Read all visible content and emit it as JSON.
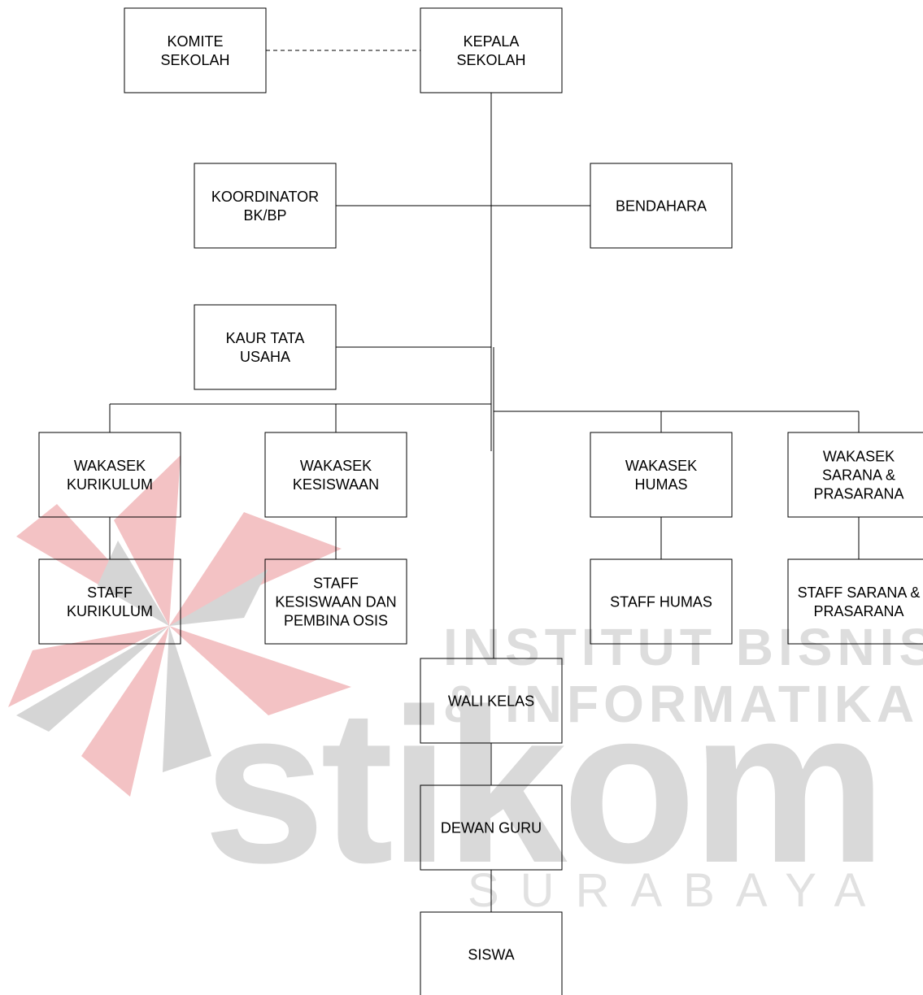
{
  "watermark": {
    "line1": "INSTITUT BISNIS",
    "line2": "& INFORMATIKA",
    "logo": "stikom",
    "line3": "SURABAYA"
  },
  "nodes": {
    "komite": [
      "KOMITE",
      "SEKOLAH"
    ],
    "kepala": [
      "KEPALA",
      "SEKOLAH"
    ],
    "koordinator": [
      "KOORDINATOR",
      "BK/BP"
    ],
    "bendahara": [
      "BENDAHARA"
    ],
    "kaur": [
      "KAUR TATA",
      "USAHA"
    ],
    "wakasek_kurikulum": [
      "WAKASEK",
      "KURIKULUM"
    ],
    "wakasek_kesiswaan": [
      "WAKASEK",
      "KESISWAAN"
    ],
    "wakasek_humas": [
      "WAKASEK",
      "HUMAS"
    ],
    "wakasek_sarana": [
      "WAKASEK",
      "SARANA &",
      "PRASARANA"
    ],
    "staff_kurikulum": [
      "STAFF",
      "KURIKULUM"
    ],
    "staff_kesiswaan": [
      "STAFF",
      "KESISWAAN DAN",
      "PEMBINA OSIS"
    ],
    "staff_humas": [
      "STAFF HUMAS"
    ],
    "staff_sarana": [
      "STAFF SARANA &",
      "PRASARANA"
    ],
    "wali_kelas": [
      "WALI KELAS"
    ],
    "dewan_guru": [
      "DEWAN GURU"
    ],
    "siswa": [
      "SISWA"
    ]
  }
}
